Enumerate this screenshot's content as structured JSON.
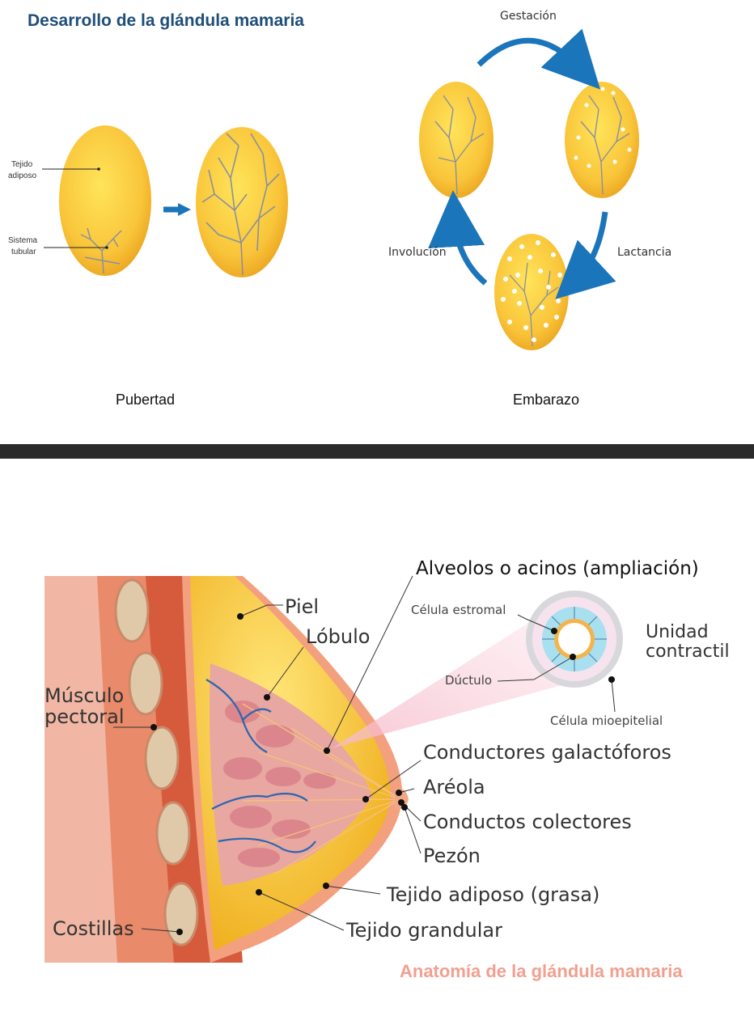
{
  "top": {
    "title": "Desarrollo de la glándula mamaria",
    "labels": {
      "fat_line1": "Tejido",
      "fat_line2": "adiposo",
      "duct_line1": "Sistema",
      "duct_line2": "tubular"
    },
    "cycle": {
      "gestation": "Gestación",
      "involution": "Involución",
      "lactation": "Lactancia"
    },
    "stages": {
      "puberty": "Pubertad",
      "pregnancy": "Embarazo"
    }
  },
  "bottom": {
    "alveoli_title": "Alveolos o acinos (ampliación)",
    "labels": {
      "skin": "Piel",
      "lobule": "Lóbulo",
      "muscle_line1": "Músculo",
      "muscle_line2": "pectoral",
      "stromal_cell": "Célula estromal",
      "ductule": "Dúctulo",
      "myoepithelial_cell": "Célula mioepitelial",
      "contractile_line1": "Unidad",
      "contractile_line2": "contractil",
      "lactiferous_ducts": "Conductores galactóforos",
      "areola": "Aréola",
      "collecting_ducts": "Conductos colectores",
      "nipple": "Pezón",
      "adipose": "Tejido adiposo (grasa)",
      "glandular": "Tejido grandular",
      "ribs": "Costillas"
    },
    "caption": "Anatomía de la glándula mamaria"
  },
  "colors": {
    "title": "#1f4e79",
    "arrow": "#1b75bb",
    "gland_yellow": "#f6b92b",
    "skin": "#f3a07e",
    "muscle": "#d65a3c",
    "caption": "#f0a090"
  }
}
